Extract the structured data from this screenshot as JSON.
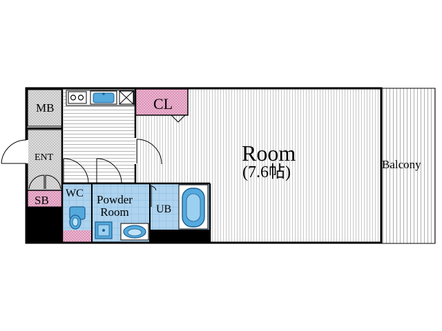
{
  "rooms": {
    "mb": "MB",
    "ent": "ENT",
    "sb": "SB",
    "wc": "WC",
    "powder_line1": "Powder",
    "powder_line2": "Room",
    "ub": "UB",
    "cl": "CL",
    "room_name": "Room",
    "room_size": "(7.6帖)",
    "balcony": "Balcony"
  },
  "colors": {
    "wall": "#000000",
    "closet_pink": "#e8a8c8",
    "bath_blue": "#a8d0ec",
    "fixture_blue": "#55aadd",
    "hatch_gray": "#9a9a9a"
  },
  "icons": [
    "stove-icon",
    "sink-icon",
    "toilet-icon",
    "washbasin-icon",
    "bathtub-icon",
    "washing-machine-pan-icon"
  ]
}
